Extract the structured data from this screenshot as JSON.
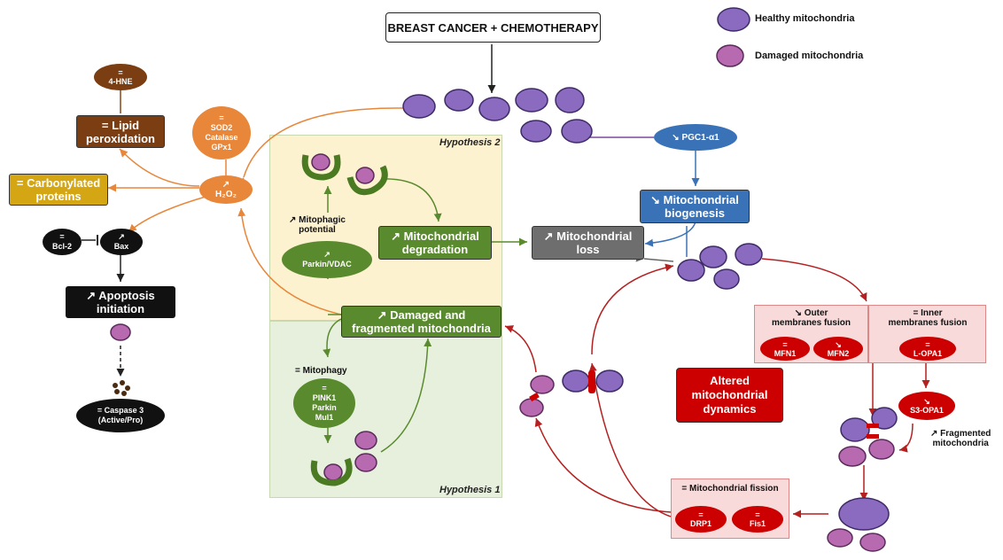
{
  "top_box": "BREAST CANCER + CHEMOTHERAPY",
  "legend": {
    "healthy": "Healthy mitochondria",
    "damaged": "Damaged mitochondria"
  },
  "hypothesis2": "Hypothesis 2",
  "hypothesis1": "Hypothesis 1",
  "left": {
    "hne": "=\n4-HNE",
    "lipid": "= Lipid\nperoxidation",
    "antiox": "=\nSOD2\nCatalase\nGPx1",
    "carbonyl": "= Carbonylated\nproteins",
    "h2o2": "↗\nH₂O₂",
    "bcl2": "=\nBcl-2",
    "bax": "↗\nBax",
    "apoptosis": "↗ Apoptosis\ninitiation",
    "caspase": "= Caspase 3\n(Active/Pro)"
  },
  "center": {
    "mitophagic": "↗ Mitophagic\npotential",
    "parkin_vdac": "↗\nParkin/VDAC",
    "degradation": "↗ Mitochondrial\ndegradation",
    "damaged": "↗ Damaged and\nfragmented mitochondria",
    "mitophagy": "= Mitophagy",
    "pink1": "=\nPINK1\nParkin\nMul1",
    "loss": "↗ Mitochondrial\nloss"
  },
  "right": {
    "pgc": "↘ PGC1-α1",
    "biogenesis": "↘ Mitochondrial\nbiogenesis",
    "outer": "↘ Outer\nmembranes fusion",
    "inner": "= Inner\nmembranes fusion",
    "mfn1": "=\nMFN1",
    "mfn2": "↘\nMFN2",
    "lopa1": "=\nL-OPA1",
    "s3opa1": "↘\nS3-OPA1",
    "fragmented": "↗ Fragmented\nmitochondria",
    "dynamics": "Altered\nmitochondrial\ndynamics",
    "fission": "= Mitochondrial fission",
    "drp1": "=\nDRP1",
    "fis1": "=\nFis1"
  }
}
